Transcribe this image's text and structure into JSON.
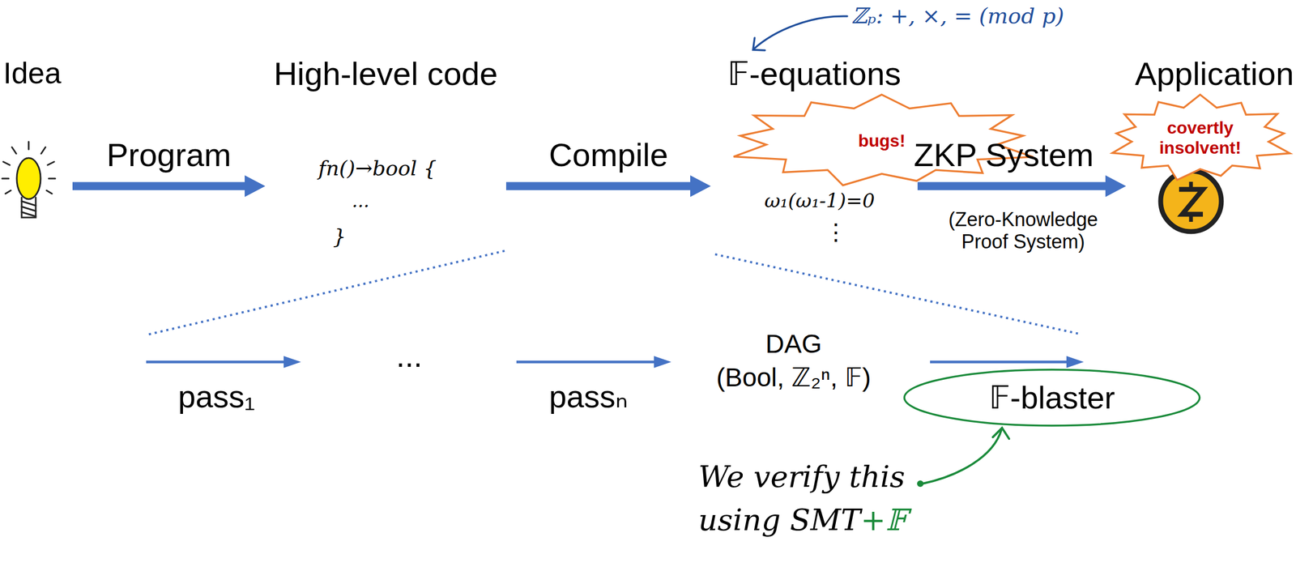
{
  "diagram": {
    "nodes": [
      {
        "text": [
          "Idea"
        ]
      },
      {
        "text": [
          "High-level code",
          "fn()→bool {",
          "...",
          "}"
        ]
      },
      {
        "text": [
          "𝔽-equations",
          "ω₁(ω₁-1)=0",
          "⋮"
        ]
      },
      {
        "text": [
          "Application"
        ]
      },
      {
        "text": [
          "bugs!"
        ]
      },
      {
        "text": [
          "covertly insolvent!"
        ]
      },
      {
        "text": [
          "DAG",
          "(Bool, ℤ₂ⁿ, 𝔽)"
        ]
      },
      {
        "text": [
          "𝔽-blaster"
        ]
      }
    ],
    "edges": [
      {
        "from": 0,
        "to": 1,
        "arrow": "to",
        "label": "Program"
      },
      {
        "from": 1,
        "to": 2,
        "arrow": "to",
        "label": "Compile"
      },
      {
        "from": 2,
        "to": 3,
        "arrow": "to",
        "label": "ZKP System"
      }
    ],
    "labels": [
      "ℤₚ: +, ×, = (mod p)",
      "(Zero-Knowledge Proof System)",
      "pass₁",
      "...",
      "passₙ",
      "We verify this using SMT",
      "+𝔽"
    ]
  }
}
